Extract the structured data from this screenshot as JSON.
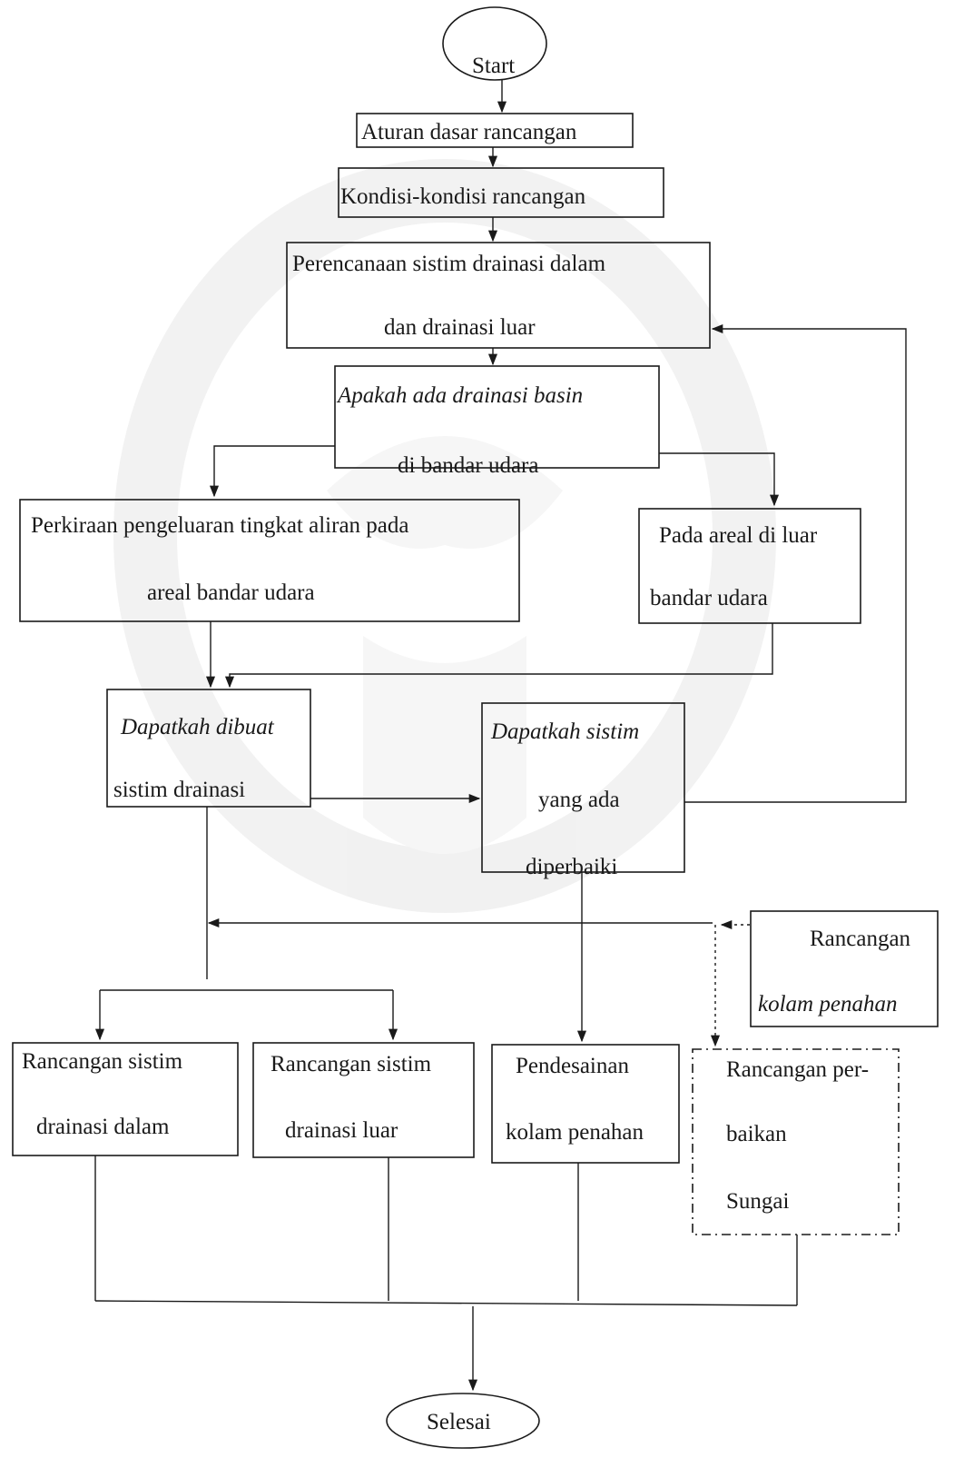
{
  "nodes": {
    "start": "Start",
    "aturan": "Aturan dasar rancangan",
    "kondisi": "Kondisi-kondisi rancangan",
    "perencanaan": [
      "Perencanaan sistim drainasi dalam",
      "dan drainasi luar"
    ],
    "apakah": [
      "Apakah ada drainasi basin",
      "di bandar udara"
    ],
    "perkiraan": [
      "Perkiraan pengeluaran tingkat aliran  pada",
      "areal bandar udara"
    ],
    "pada_areal": [
      "Pada areal di luar",
      "bandar udara"
    ],
    "dapatkah_dibuat": [
      "Dapatkah dibuat",
      "sistim drainasi"
    ],
    "dapatkah_sistim": [
      "Dapatkah sistim",
      "yang ada",
      "diperbaiki"
    ],
    "rancangan_kolam": [
      "Rancangan",
      "kolam penahan"
    ],
    "sistim_dalam": [
      "Rancangan sistim",
      "drainasi dalam"
    ],
    "sistim_luar": [
      "Rancangan sistim",
      "drainasi luar"
    ],
    "pendesainan": [
      "Pendesainan",
      "kolam penahan"
    ],
    "perbaikan": [
      "Rancangan per-",
      "baikan",
      "Sungai"
    ],
    "selesai": "Selesai"
  },
  "colors": {
    "ink": "#1a1a1a",
    "watermark": "#d9d9d9"
  }
}
